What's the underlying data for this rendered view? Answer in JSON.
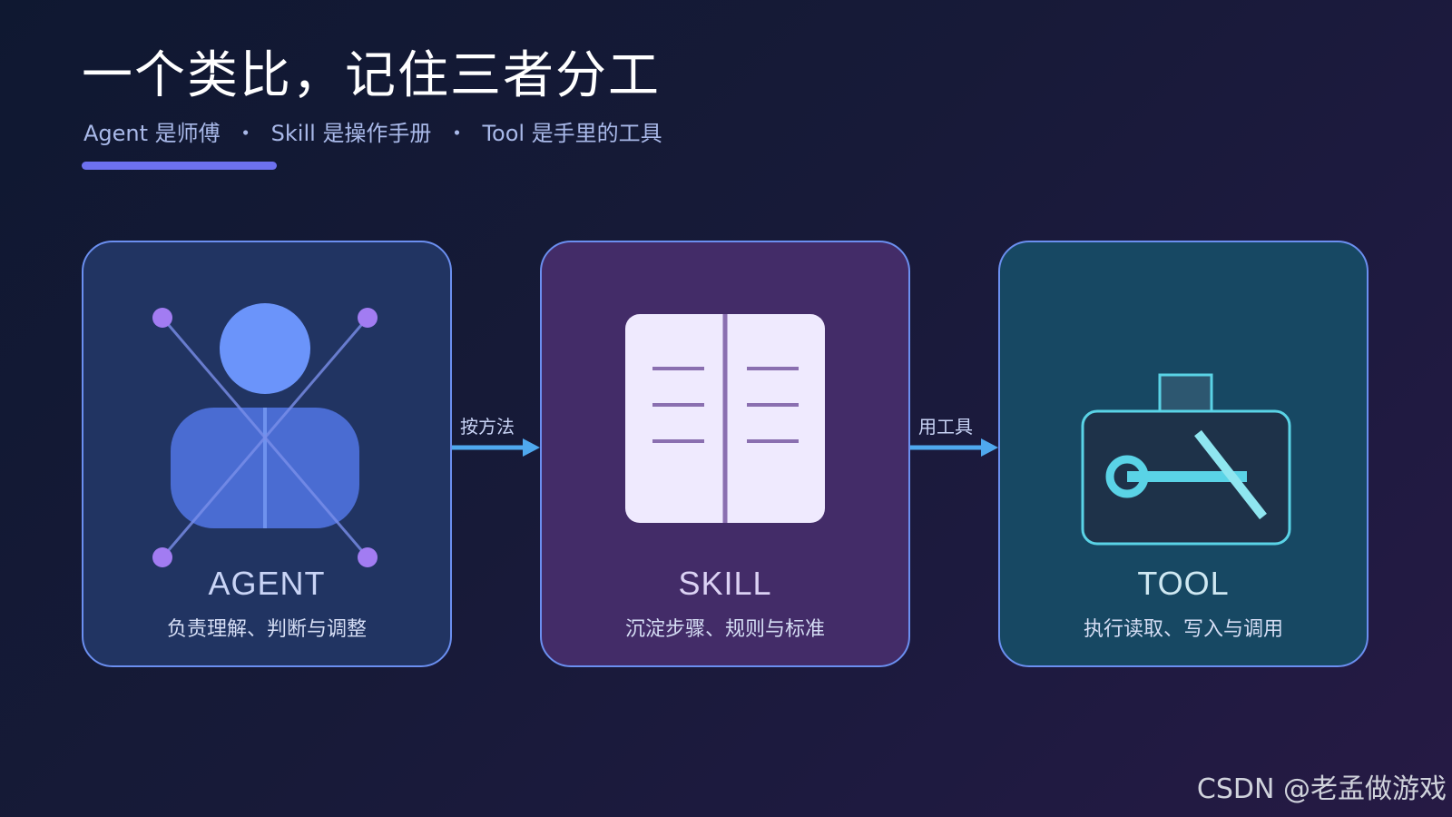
{
  "header": {
    "title": "一个类比，记住三者分工",
    "subtitle_parts": [
      "Agent 是师傅",
      "Skill 是操作手册",
      "Tool 是手里的工具"
    ],
    "separator": "・"
  },
  "cards": [
    {
      "name": "AGENT",
      "description": "负责理解、判断与调整",
      "icon": "agent-person-icon",
      "bg_color": "#213462"
    },
    {
      "name": "SKILL",
      "description": "沉淀步骤、规则与标准",
      "icon": "open-book-icon",
      "bg_color": "#432c68"
    },
    {
      "name": "TOOL",
      "description": "执行读取、写入与调用",
      "icon": "toolbox-icon",
      "bg_color": "#174863"
    }
  ],
  "connectors": [
    {
      "label": "按方法"
    },
    {
      "label": "用工具"
    }
  ],
  "watermark": "CSDN @老孟做游戏",
  "colors": {
    "accent": "#6d71ef",
    "border": "#6b8ff0",
    "arrow": "#4fa8ee"
  }
}
